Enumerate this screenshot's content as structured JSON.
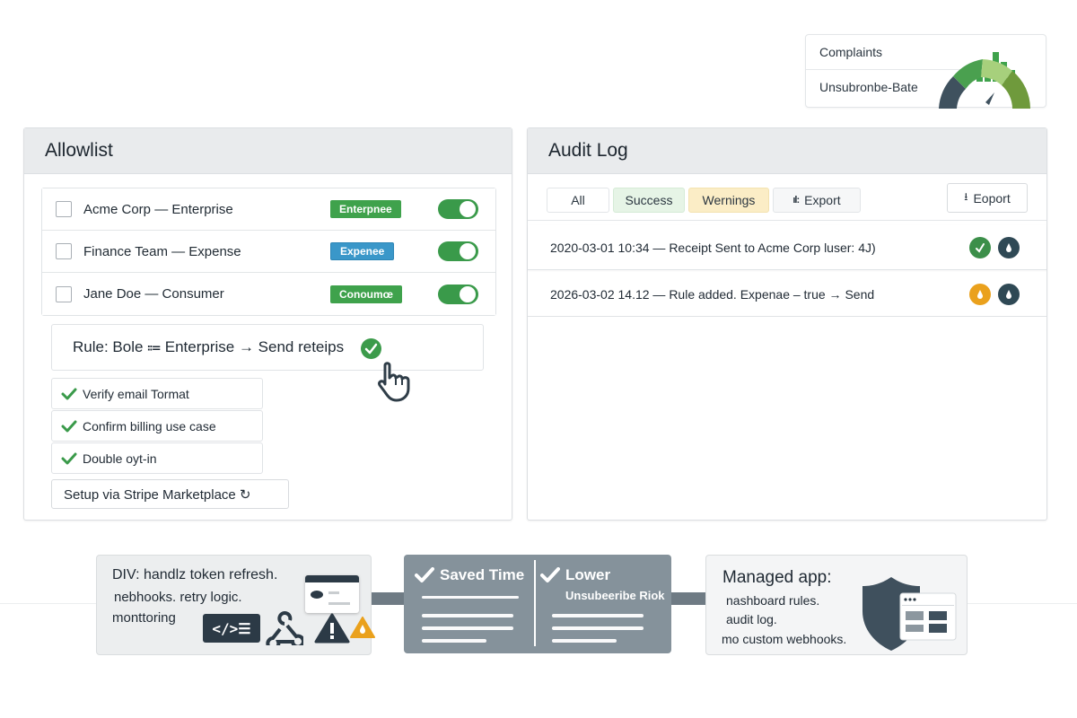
{
  "metrics": {
    "complaints_label": "Complaints",
    "unsubscribe_label": "Unsubronbe-Bate",
    "bar_values": [
      2,
      5,
      8,
      4,
      3
    ],
    "gauge_colors": [
      "#3f515e",
      "#4aa04f",
      "#a7d07c",
      "#6f9a3c"
    ]
  },
  "allowlist": {
    "title": "Allowlist",
    "rows": [
      {
        "label": "Acme Corp — Enterprise",
        "badge": "Enterpnee",
        "badge_color": "green",
        "enabled": true
      },
      {
        "label": "Finance Team — Expense",
        "badge": "Expenee",
        "badge_color": "blue",
        "enabled": true
      },
      {
        "label": "Jane Doe — Consumer",
        "badge": "Conoumœ",
        "badge_color": "green",
        "enabled": true
      }
    ],
    "rule": "Rule:  Bole ⩴ Enterprise → Send reteips",
    "checks": [
      "Verify email Tormat",
      "Confirm billing use case",
      "Double oyt-in"
    ],
    "setup_button": "Setup via Stripe Marketplace ↻"
  },
  "audit_log": {
    "title": "Audit Log",
    "filters": {
      "all": "All",
      "success": "Success",
      "warnings": "Wernings",
      "export": "Export"
    },
    "export_button": "Eoport",
    "entries": [
      {
        "text": "2020-03-01 10:34 — Receipt Sent to Acme Corp luser: 4J)",
        "status": "success"
      },
      {
        "text": "2026-03-02 14.12 — Rule added. Expenae – true → Send",
        "status": "warning"
      }
    ]
  },
  "flow": {
    "diy": {
      "line1": "DIV: handlz token refresh.",
      "line2": "nebhooks. retry logic.",
      "line3": "monttoring",
      "code_glyph": "</>☰"
    },
    "benefits": {
      "saved_time": "Saved Time",
      "lower": "Lower",
      "lower_sub": "Unsubeeribe Riok"
    },
    "managed": {
      "title": "Managed app:",
      "line1": "nashboard rules.",
      "line2": "audit log.",
      "line3": "mo custom webhooks."
    }
  },
  "colors": {
    "green": "#3fa24c",
    "blue": "#3a97c9",
    "orange": "#eaa11d",
    "dark": "#2f4955",
    "slate": "#85929b"
  }
}
